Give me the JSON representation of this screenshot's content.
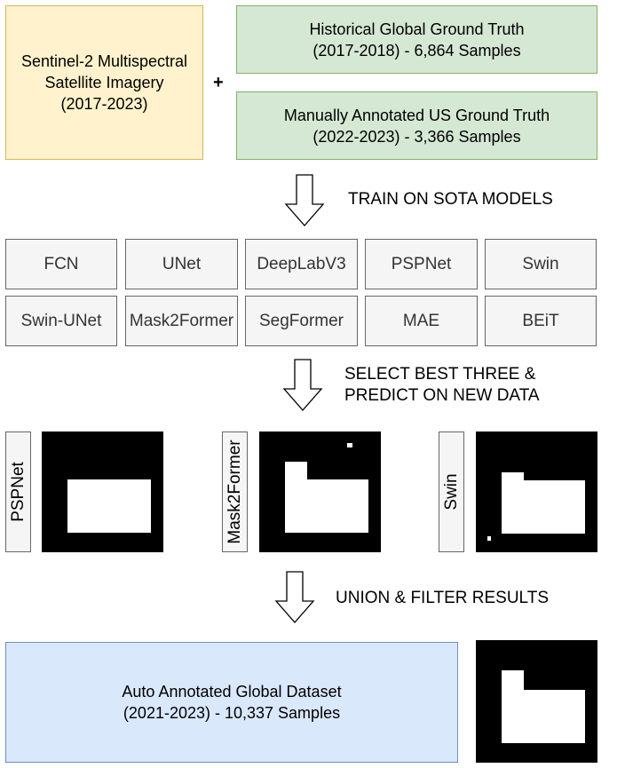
{
  "inputs": {
    "imagery_text": "Sentinel-2 Multispectral\nSatellite Imagery\n(2017-2023)",
    "plus_sign": "+",
    "historical_text": "Historical Global Ground Truth\n(2017-2018) - 6,864 Samples",
    "manual_text": "Manually Annotated US Ground Truth\n(2022-2023) - 3,366 Samples"
  },
  "steps": {
    "train": "TRAIN ON SOTA MODELS",
    "select": "SELECT BEST THREE &\nPREDICT ON NEW DATA",
    "union": "UNION & FILTER RESULTS"
  },
  "models": [
    "FCN",
    "UNet",
    "DeepLabV3",
    "PSPNet",
    "Swin",
    "Swin-UNet",
    "Mask2Former",
    "SegFormer",
    "MAE",
    "BEiT"
  ],
  "selected_models": [
    "PSPNet",
    "Mask2Former",
    "Swin"
  ],
  "output": {
    "dataset_text": "Auto Annotated Global Dataset\n(2021-2023) - 10,337 Samples"
  },
  "colors": {
    "yellow_fill": "#fff2cc",
    "green_fill": "#d5e8d4",
    "blue_fill": "#dae8fc",
    "gray_fill": "#f5f5f5"
  }
}
